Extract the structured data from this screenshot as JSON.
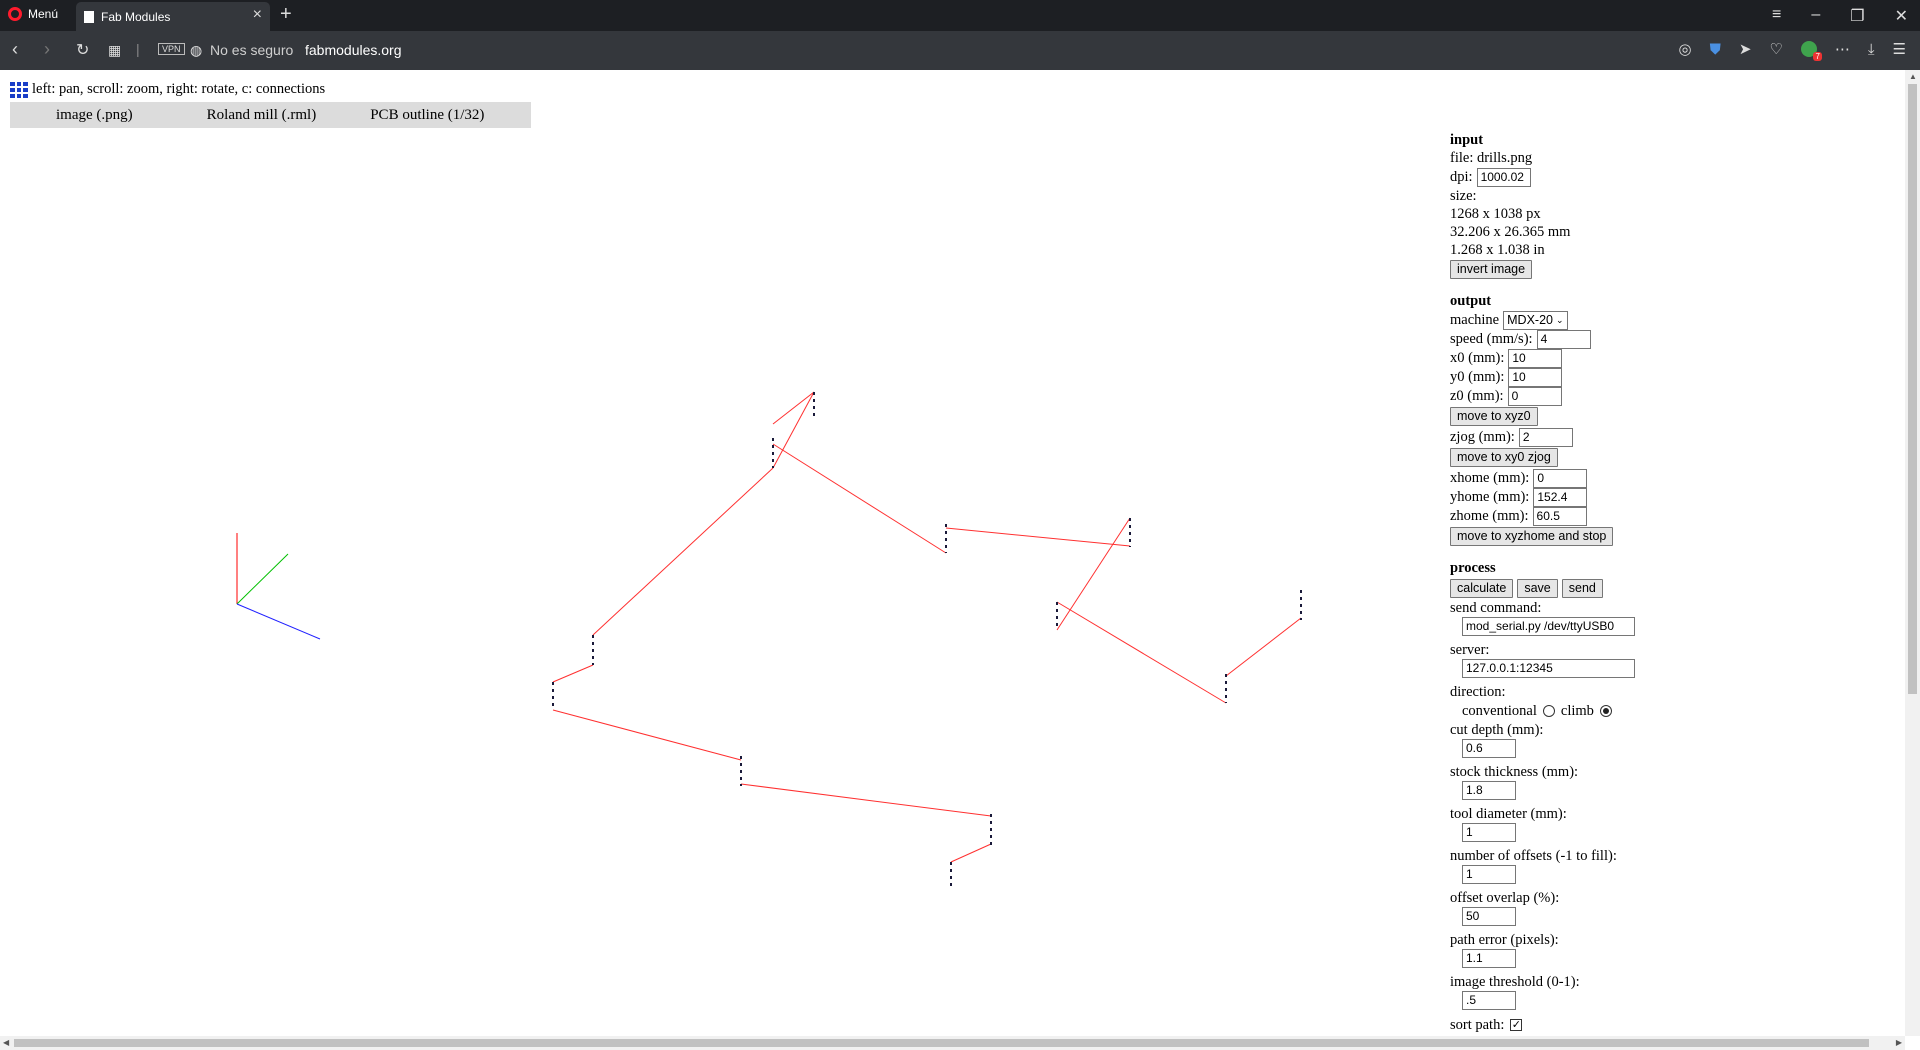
{
  "browser": {
    "menu_label": "Menú",
    "tab_title": "Fab Modules",
    "vpn_label": "VPN",
    "security_text": "No es seguro",
    "url": "fabmodules.org",
    "extension_count": "7"
  },
  "help_text": "left: pan, scroll: zoom, right: rotate, c: connections",
  "toolbar": {
    "input_format": "image (.png)",
    "output_format": "Roland mill (.rml)",
    "process": "PCB outline (1/32)"
  },
  "input": {
    "heading": "input",
    "file_line": "file: drills.png",
    "dpi_label": "dpi:",
    "dpi_value": "1000.02",
    "size_label": "size:",
    "size_px": "1268 x 1038 px",
    "size_mm": "32.206 x 26.365 mm",
    "size_in": "1.268 x 1.038 in",
    "invert_label": "invert image"
  },
  "output": {
    "heading": "output",
    "machine_label": "machine",
    "machine_value": "MDX-20",
    "speed_label": "speed (mm/s):",
    "speed_value": "4",
    "x0_label": "x0 (mm):",
    "x0_value": "10",
    "y0_label": "y0 (mm):",
    "y0_value": "10",
    "z0_label": "z0 (mm):",
    "z0_value": "0",
    "move_xyz0_label": "move to xyz0",
    "zjog_label": "zjog (mm):",
    "zjog_value": "2",
    "move_xy0_label": "move to xy0 zjog",
    "xhome_label": "xhome (mm):",
    "xhome_value": "0",
    "yhome_label": "yhome (mm):",
    "yhome_value": "152.4",
    "zhome_label": "zhome (mm):",
    "zhome_value": "60.5",
    "move_home_label": "move to xyzhome and stop"
  },
  "process": {
    "heading": "process",
    "calculate_label": "calculate",
    "save_label": "save",
    "send_label": "send",
    "send_command_label": "send command:",
    "send_command_value": "mod_serial.py /dev/ttyUSB0",
    "server_label": "server:",
    "server_value": "127.0.0.1:12345",
    "direction_label": "direction:",
    "conventional_label": "conventional",
    "climb_label": "climb",
    "direction_selected": "climb",
    "cut_depth_label": "cut depth (mm):",
    "cut_depth_value": "0.6",
    "stock_thickness_label": "stock thickness (mm):",
    "stock_thickness_value": "1.8",
    "tool_diameter_label": "tool diameter (mm):",
    "tool_diameter_value": "1",
    "offsets_label": "number of offsets (-1 to fill):",
    "offsets_value": "1",
    "overlap_label": "offset overlap (%):",
    "overlap_value": "50",
    "path_error_label": "path error (pixels):",
    "path_error_value": "1.1",
    "threshold_label": "image threshold (0-1):",
    "threshold_value": ".5",
    "sort_path_label": "sort path:",
    "sort_path_checked": true
  },
  "colors": {
    "path_line": "#ff3030",
    "drill_mark": "#1a1a3a",
    "axis_x": "#2020ff",
    "axis_y": "#00c000",
    "axis_z": "#ff0000"
  }
}
